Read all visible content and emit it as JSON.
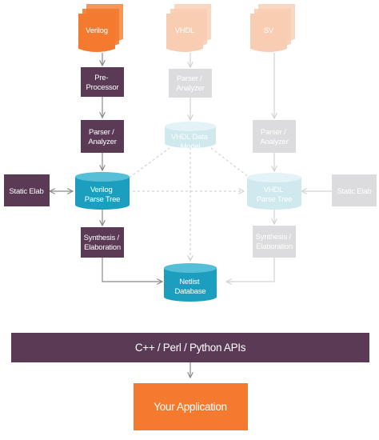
{
  "colors": {
    "orange": "#f47a30",
    "orange_faded": "#f9cdb2",
    "purple": "#5a3a55",
    "purple_faded": "#dcdcde",
    "teal": "#1c9fbf",
    "teal_faded": "#cfe9ef",
    "arrow": "#8a8a8a",
    "arrow_faded": "#d2d2d2",
    "text_light": "#ffffff",
    "text_faded": "#ffffff"
  },
  "sources": {
    "verilog": "Verilog",
    "vhdl": "VHDL",
    "sv": "SV",
    "icon": "stacked-document-icon"
  },
  "verilog_flow": {
    "preprocessor": [
      "Pre-",
      "Processor"
    ],
    "parser": [
      "Parser /",
      "Analyzer"
    ],
    "parse_tree": [
      "Verilog",
      "Parse Tree"
    ],
    "synthesis": [
      "Synthesis /",
      "Elaboration"
    ],
    "static_elab": "Static Elab"
  },
  "vhdl_flow": {
    "parser": [
      "Parser /",
      "Analyzer"
    ],
    "data_model": [
      "VHDL Data",
      "Model"
    ]
  },
  "sv_flow": {
    "parser": [
      "Parser /",
      "Analyzer"
    ],
    "parse_tree": [
      "VHDL",
      "Parse Tree"
    ],
    "synthesis": [
      "Synthesis /",
      "Elaboration"
    ],
    "static_elab": "Static Elab"
  },
  "netlist": [
    "Netlist",
    "Database"
  ],
  "apis": "C++ / Perl / Python APIs",
  "application": "Your Application"
}
